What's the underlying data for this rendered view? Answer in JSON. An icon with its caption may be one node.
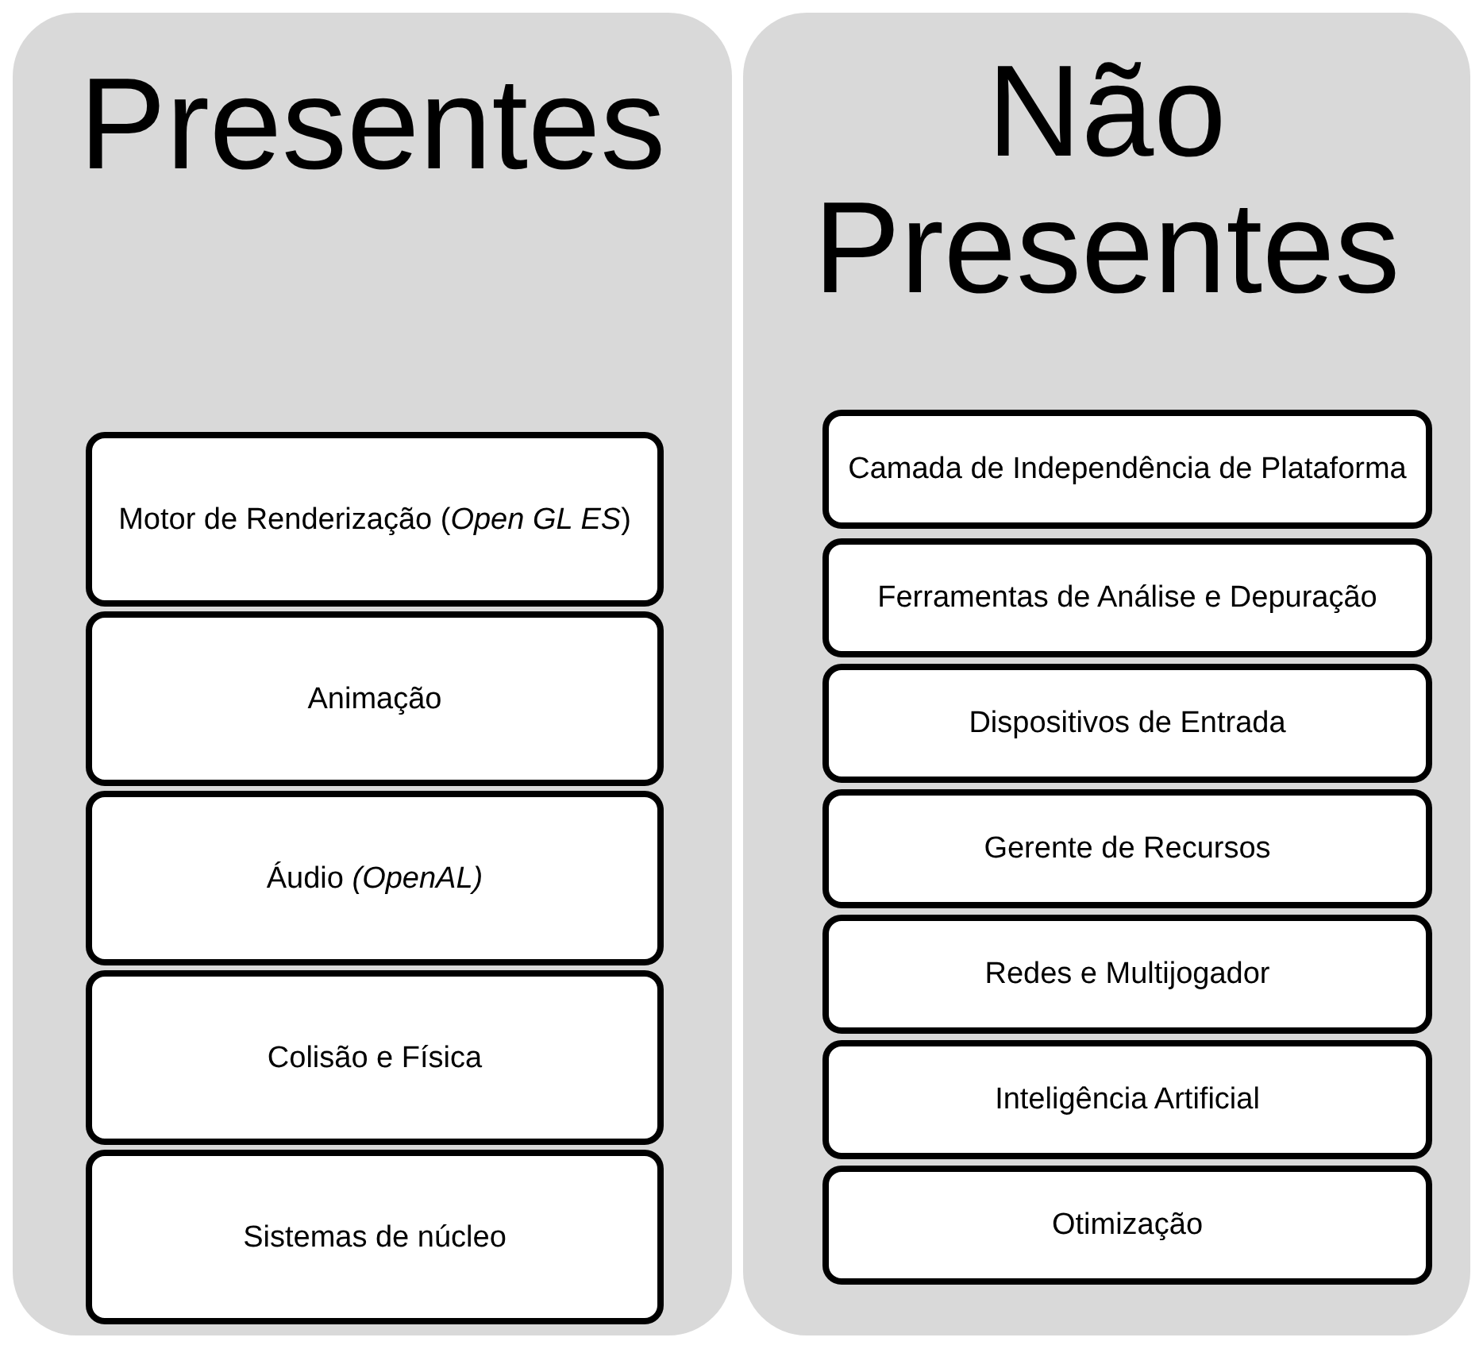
{
  "diagram": {
    "nodes": [
      {
        "text": [
          "Presentes"
        ]
      },
      {
        "text": [
          "Motor de Renderização (*Open GL ES*)"
        ],
        "in": 0
      },
      {
        "text": [
          "Animação"
        ],
        "in": 0
      },
      {
        "text": [
          "Áudio *(OpenAL)*"
        ],
        "in": 0
      },
      {
        "text": [
          "Colisão e Física"
        ],
        "in": 0
      },
      {
        "text": [
          "Sistemas de núcleo"
        ],
        "in": 0
      },
      {
        "text": [
          "Não Presentes"
        ]
      },
      {
        "text": [
          "Camada de Independência de Plataforma"
        ],
        "in": 6
      },
      {
        "text": [
          "Ferramentas de Análise e Depuração"
        ],
        "in": 6
      },
      {
        "text": [
          "Dispositivos de Entrada"
        ],
        "in": 6
      },
      {
        "text": [
          "Gerente de Recursos"
        ],
        "in": 6
      },
      {
        "text": [
          "Redes e Multijogador"
        ],
        "in": 6
      },
      {
        "text": [
          "Inteligência Artificial"
        ],
        "in": 6
      },
      {
        "text": [
          "Otimização"
        ],
        "in": 6
      }
    ]
  }
}
